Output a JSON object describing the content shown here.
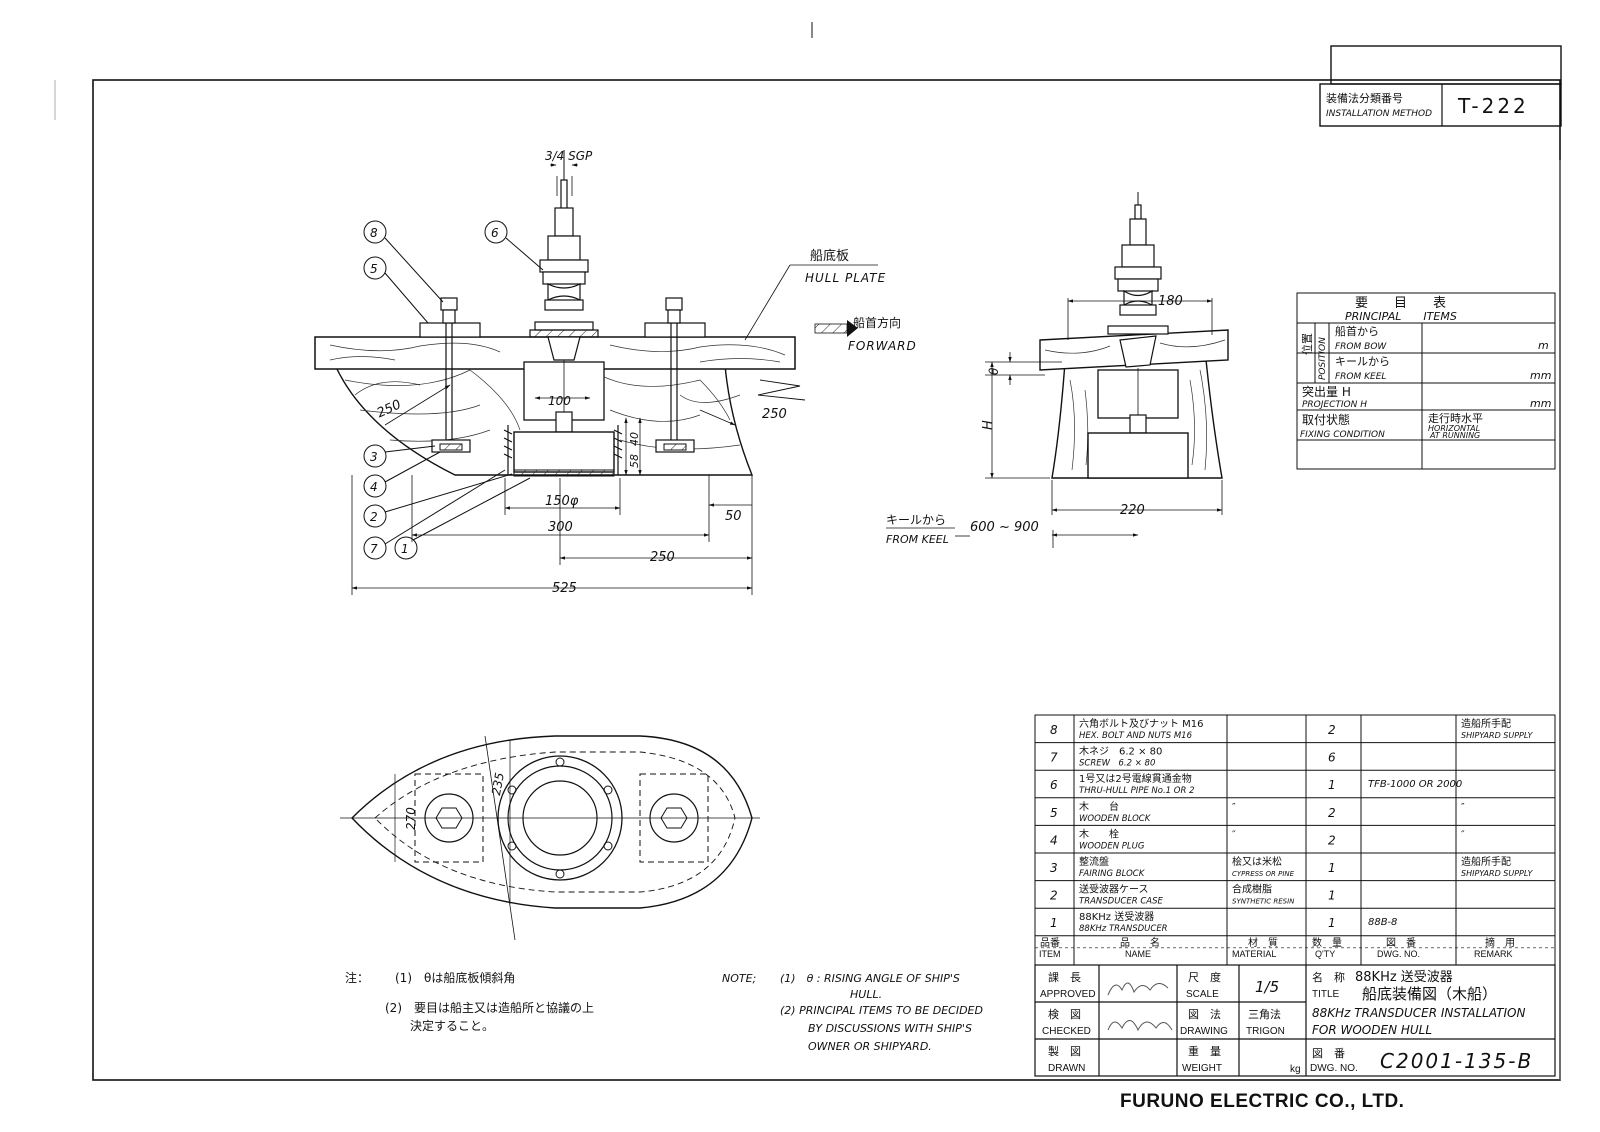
{
  "classification": {
    "label_jp": "装備法分類番号",
    "label_en": "INSTALLATION METHOD",
    "code": "T-222"
  },
  "dimensions": {
    "sgp": "3/4 SGP",
    "d250a": "250",
    "d250b": "250",
    "d100": "100",
    "d40": "40",
    "d58": "58",
    "d150": "150φ",
    "d300": "300",
    "d250c": "250",
    "d525": "525",
    "d50": "50",
    "d180": "180",
    "d220": "220",
    "theta": "θ",
    "h": "H",
    "d270": "270",
    "d235": "235",
    "keel_range": "600 ~ 900"
  },
  "labels": {
    "hull_plate_jp": "船底板",
    "hull_plate_en": "HULL PLATE",
    "forward_jp": "船首方向",
    "forward_en": "FORWARD",
    "from_keel_jp": "キールから",
    "from_keel_en": "FROM KEEL"
  },
  "callouts": [
    "8",
    "5",
    "6",
    "3",
    "4",
    "2",
    "7",
    "1"
  ],
  "principal_items": {
    "title_jp": "要　　目　　表",
    "title_en": "PRINCIPAL　　ITEMS",
    "position_jp": "位置",
    "position_en": "POSITION",
    "rows": [
      {
        "jp": "船首から",
        "en": "FROM BOW",
        "unit": "m"
      },
      {
        "jp": "キールから",
        "en": "FROM KEEL",
        "unit": "mm"
      },
      {
        "jp": "突出量 H",
        "en": "PROJECTION H",
        "unit": "mm"
      },
      {
        "jp": "取付状態",
        "en": "FIXING CONDITION",
        "value_jp": "走行時水平",
        "value_en1": "HORIZONTAL",
        "value_en2": "AT RUNNING"
      }
    ]
  },
  "parts": [
    {
      "item": "8",
      "jp": "六角ボルト及びナット M16",
      "en": "HEX. BOLT AND NUTS M16",
      "mat_jp": "",
      "mat_en": "",
      "qty": "2",
      "dwg": "",
      "rem_jp": "造船所手配",
      "rem_en": "SHIPYARD SUPPLY"
    },
    {
      "item": "7",
      "jp": "木ネジ　6.2 × 80",
      "en": "SCREW　6.2 × 80",
      "mat_jp": "",
      "mat_en": "",
      "qty": "6",
      "dwg": "",
      "rem_jp": "",
      "rem_en": ""
    },
    {
      "item": "6",
      "jp": "1号又は2号電線貫通金物",
      "en": "THRU-HULL PIPE No.1 OR 2",
      "mat_jp": "",
      "mat_en": "",
      "qty": "1",
      "dwg": "TFB-1000 OR 2000",
      "rem_jp": "",
      "rem_en": ""
    },
    {
      "item": "5",
      "jp": "木　　台",
      "en": "WOODEN BLOCK",
      "mat_jp": "″",
      "mat_en": "",
      "qty": "2",
      "dwg": "",
      "rem_jp": "″",
      "rem_en": ""
    },
    {
      "item": "4",
      "jp": "木　　栓",
      "en": "WOODEN PLUG",
      "mat_jp": "″",
      "mat_en": "",
      "qty": "2",
      "dwg": "",
      "rem_jp": "″",
      "rem_en": ""
    },
    {
      "item": "3",
      "jp": "整流盤",
      "en": "FAIRING BLOCK",
      "mat_jp": "桧又は米松",
      "mat_en": "CYPRESS OR PINE",
      "qty": "1",
      "dwg": "",
      "rem_jp": "造船所手配",
      "rem_en": "SHIPYARD SUPPLY"
    },
    {
      "item": "2",
      "jp": "送受波器ケース",
      "en": "TRANSDUCER CASE",
      "mat_jp": "合成樹脂",
      "mat_en": "SYNTHETIC RESIN",
      "qty": "1",
      "dwg": "",
      "rem_jp": "",
      "rem_en": ""
    },
    {
      "item": "1",
      "jp": "88KHz 送受波器",
      "en": "88KHz TRANSDUCER",
      "mat_jp": "",
      "mat_en": "",
      "qty": "1",
      "dwg": "88B-8",
      "rem_jp": "",
      "rem_en": ""
    }
  ],
  "parts_header": {
    "item_jp": "品番",
    "item_en": "ITEM",
    "name_jp": "品　　名",
    "name_en": "NAME",
    "mat_jp": "材　質",
    "mat_en": "MATERIAL",
    "qty_jp": "数　量",
    "qty_en": "Q'TY",
    "dwg_jp": "図　番",
    "dwg_en": "DWG. NO.",
    "rem_jp": "摘　用",
    "rem_en": "REMARK"
  },
  "title_block": {
    "approved_jp": "課　長",
    "approved_en": "APPROVED",
    "checked_jp": "検　図",
    "checked_en": "CHECKED",
    "drawn_jp": "製　図",
    "drawn_en": "DRAWN",
    "scale_jp": "尺　度",
    "scale_en": "SCALE",
    "scale_value": "1/5",
    "drawing_jp": "図　法",
    "drawing_en": "DRAWING",
    "drawing_value_jp": "三角法",
    "drawing_value_en": "TRIGON",
    "weight_jp": "重　量",
    "weight_en": "WEIGHT",
    "weight_unit": "kg",
    "name_label_jp": "名　称",
    "name_value_jp": "88KHz 送受波器",
    "title_label": "TITLE",
    "title_jp": "船底装備図（木船）",
    "title_en1": "88KHz TRANSDUCER INSTALLATION",
    "title_en2": "FOR WOODEN HULL",
    "dwg_label_jp": "図　番",
    "dwg_label_en": "DWG. NO.",
    "dwg_no": "C2001-135-B"
  },
  "notes_jp": {
    "head": "注：",
    "n1": "(1)　θは船底板傾斜角",
    "n2a": "(2)　要目は船主又は造船所と協議の上",
    "n2b": "決定すること。"
  },
  "notes_en": {
    "head": "NOTE;",
    "n1a": "(1)　θ : RISING ANGLE OF SHIP'S",
    "n1b": "HULL.",
    "n2a": "(2) PRINCIPAL ITEMS TO BE DECIDED",
    "n2b": "BY DISCUSSIONS WITH SHIP'S",
    "n2c": "OWNER OR SHIPYARD."
  },
  "company": "FURUNO ELECTRIC CO., LTD."
}
